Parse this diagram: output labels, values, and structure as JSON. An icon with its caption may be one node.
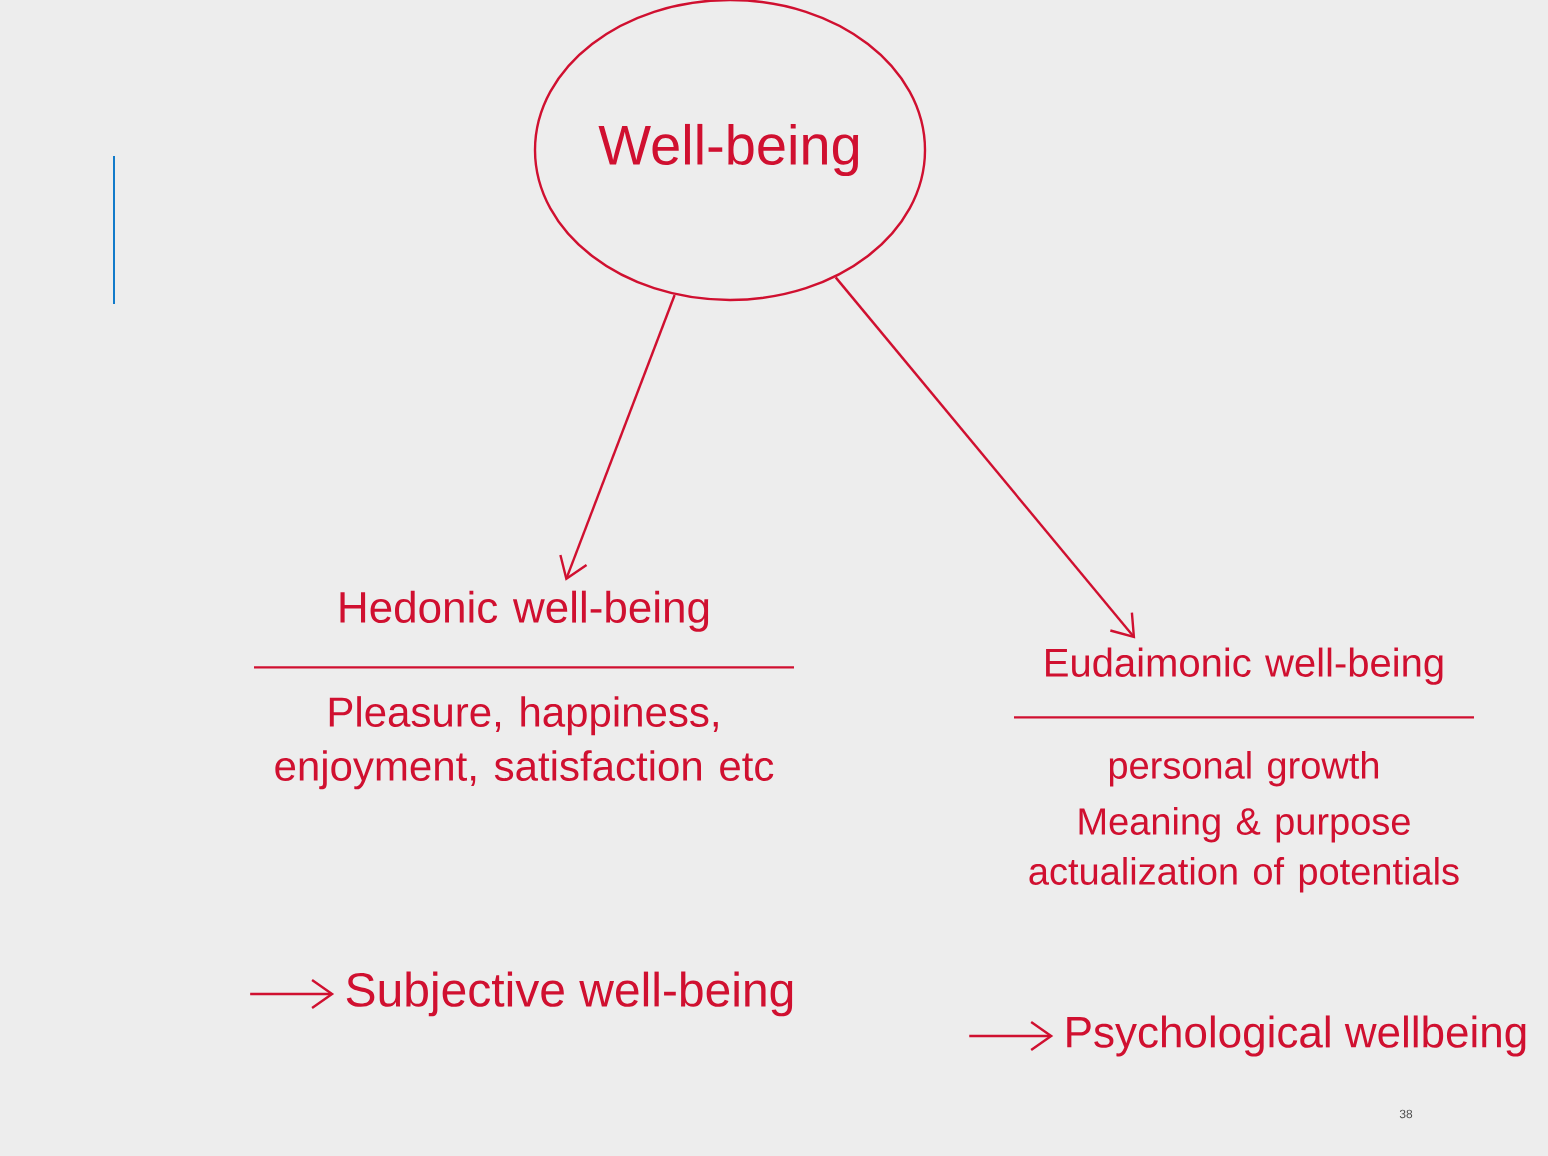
{
  "diagram": {
    "nodes": [
      {
        "text": [
          "Well-being"
        ]
      },
      {
        "text": [
          "Hedonic well-being",
          "Pleasure, happiness, enjoyment, satisfaction etc"
        ]
      },
      {
        "text": [
          "Eudaimonic well-being",
          "personal growth",
          "Meaning & purpose",
          "actualization of potentials"
        ]
      },
      {
        "text": [
          "Subjective well-being"
        ]
      },
      {
        "text": [
          "Psychological wellbeing"
        ]
      }
    ],
    "edges": [
      {
        "from": 0,
        "to": 1,
        "arrow": "to"
      },
      {
        "from": 0,
        "to": 2,
        "arrow": "to"
      },
      {
        "from": null,
        "to": 3,
        "arrow": "to"
      },
      {
        "from": null,
        "to": 4,
        "arrow": "to"
      }
    ],
    "labels": [
      "38"
    ]
  }
}
